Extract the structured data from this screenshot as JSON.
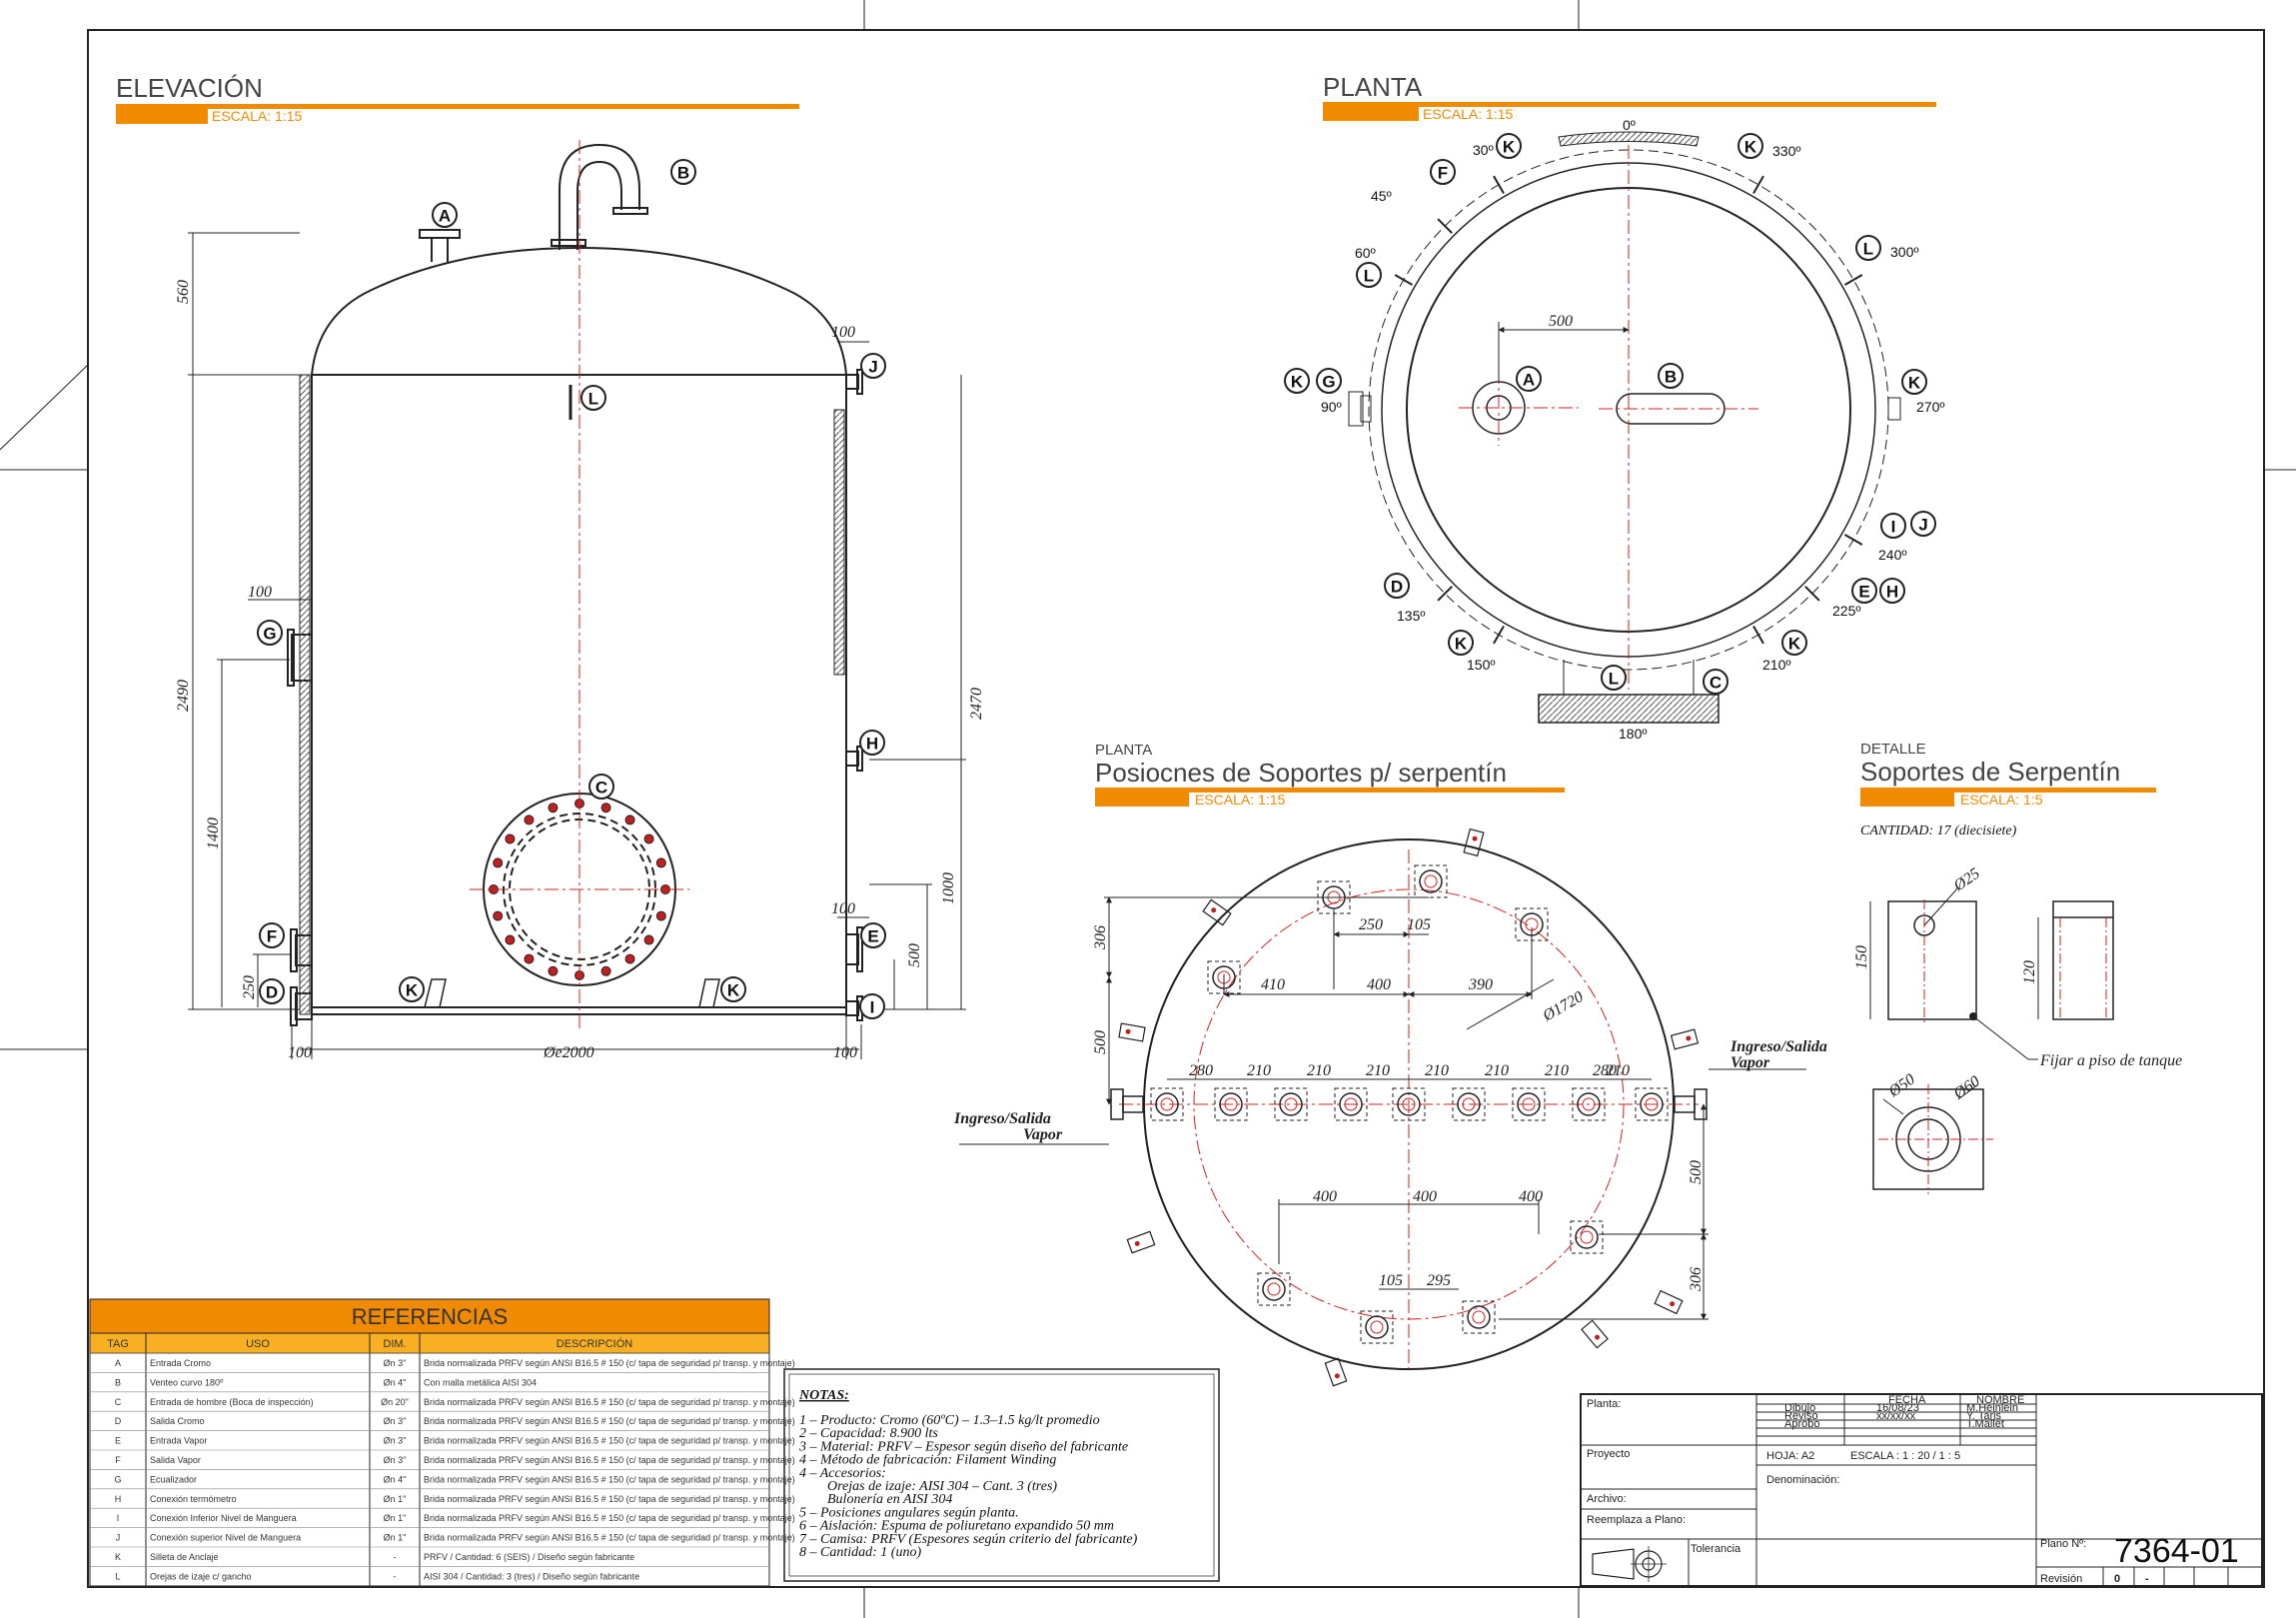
{
  "views": {
    "elevacion": {
      "title": "ELEVACIÓN",
      "scale": "ESCALA: 1:15"
    },
    "planta": {
      "title": "PLANTA",
      "scale": "ESCALA: 1:15"
    },
    "soportes": {
      "kicker": "PLANTA",
      "title": "Posiocnes de Soportes p/ serpentín",
      "scale": "ESCALA: 1:15"
    },
    "detalle": {
      "kicker": "DETALLE",
      "title": "Soportes de Serpentín",
      "scale": "ESCALA: 1:5",
      "quantity": "CANTIDAD:  17 (diecisiete)"
    }
  },
  "elevation_dims": {
    "h560": "560",
    "h2490": "2490",
    "h1400": "1400",
    "h250": "250",
    "h2470": "2470",
    "h1000": "1000",
    "h500": "500",
    "w100_top": "100",
    "w100_left": "100",
    "w100_e": "100",
    "w100_bl": "100",
    "w100_br": "100",
    "diam": "Øe2000"
  },
  "plan_dims": {
    "w500": "500"
  },
  "angles": {
    "a0": "0º",
    "a30": "30º",
    "a330": "330º",
    "a45": "45º",
    "a60": "60º",
    "a300": "300º",
    "a90": "90º",
    "a270": "270º",
    "a240": "240º",
    "a135": "135º",
    "a225": "225º",
    "a150": "150º",
    "a210": "210º",
    "a180": "180º"
  },
  "supports_dims": {
    "d306a": "306",
    "d500a": "500",
    "d250": "250",
    "d105a": "105",
    "d410": "410",
    "d400a": "400",
    "d390": "390",
    "dia1720": "Ø1720",
    "row": [
      "280",
      "210",
      "210",
      "210",
      "210",
      "210",
      "210",
      "210",
      "280"
    ],
    "d400b": "400",
    "d400c": "400",
    "d400d": "400",
    "d500b": "500",
    "d306b": "306",
    "d105b": "105",
    "d295": "295",
    "vapor_left_1": "Ingreso/Salida",
    "vapor_left_2": "Vapor",
    "vapor_right_1": "Ingreso/Salida",
    "vapor_right_2": "Vapor"
  },
  "detail_dims": {
    "d25": "Ø25",
    "h150": "150",
    "h120": "120",
    "d50": "Ø50",
    "d60": "Ø60",
    "fix": "Fijar a piso de tanque"
  },
  "referencias": {
    "title": "REFERENCIAS",
    "headers": [
      "TAG",
      "USO",
      "DIM.",
      "DESCRIPCIÓN"
    ],
    "rows": [
      [
        "A",
        "Entrada Cromo",
        "Øn 3\"",
        "Brida normalizada PRFV según ANSI B16.5 # 150 (c/ tapa de seguridad p/ transp. y montaje)"
      ],
      [
        "B",
        "Venteo curvo 180º",
        "Øn 4\"",
        "Con malla metálica AISI 304"
      ],
      [
        "C",
        "Entrada de hombre (Boca de inspección)",
        "Øn 20\"",
        "Brida normalizada PRFV según ANSI B16.5 # 150 (c/ tapa de seguridad p/ transp. y montaje)"
      ],
      [
        "D",
        "Salida Cromo",
        "Øn 3\"",
        "Brida normalizada PRFV según ANSI B16.5 # 150 (c/ tapa de seguridad p/ transp. y montaje)"
      ],
      [
        "E",
        "Entrada Vapor",
        "Øn 3\"",
        "Brida normalizada PRFV según ANSI B16.5 # 150 (c/ tapa de seguridad p/ transp. y montaje)"
      ],
      [
        "F",
        "Salida Vapor",
        "Øn 3\"",
        "Brida normalizada PRFV según ANSI B16.5 # 150 (c/ tapa de seguridad p/ transp. y montaje)"
      ],
      [
        "G",
        "Ecualizador",
        "Øn 4\"",
        "Brida normalizada PRFV según ANSI B16.5 # 150 (c/ tapa de seguridad p/ transp. y montaje)"
      ],
      [
        "H",
        "Conexión termómetro",
        "Øn 1\"",
        "Brida normalizada PRFV según ANSI B16.5 # 150 (c/ tapa de seguridad p/ transp. y montaje)"
      ],
      [
        "I",
        "Conexión Inferior Nivel de Manguera",
        "Øn 1\"",
        "Brida normalizada PRFV según ANSI B16.5 # 150 (c/ tapa de seguridad p/ transp. y montaje)"
      ],
      [
        "J",
        "Conexión superior Nivel de Manguera",
        "Øn 1\"",
        "Brida normalizada PRFV según ANSI B16.5 # 150 (c/ tapa de seguridad p/ transp. y montaje)"
      ],
      [
        "K",
        "Silleta de Anclaje",
        "-",
        "PRFV / Cantidad: 6 (SEIS) / Diseño según fabricante"
      ],
      [
        "L",
        "Orejas de izaje c/ gancho",
        "-",
        "AISI 304 / Cantidad: 3 (tres) / Diseño según fabricante"
      ]
    ]
  },
  "notas": {
    "title": "NOTAS:",
    "lines": [
      "1 – Producto: Cromo (60ºC) – 1.3–1.5 kg/lt promedio",
      "2 – Capacidad: 8.900 lts",
      "3 – Material: PRFV – Espesor según diseño del fabricante",
      "4 – Método de fabricación: Filament Winding",
      "4 – Accesorios:",
      "        Orejas de izaje: AISI 304 – Cant. 3 (tres)",
      "        Bulonería en AISI 304",
      "5 – Posiciones angulares según planta.",
      "6 – Aislación: Espuma de poliuretano expandido 50 mm",
      "7 – Camisa: PRFV (Espesores según criterio del fabricante)",
      "8 – Cantidad: 1 (uno)"
    ]
  },
  "title_block": {
    "planta": "Planta:",
    "proyecto": "Proyecto",
    "archivo": "Archivo:",
    "reemplaza": "Reemplaza a Plano:",
    "tolerancia": "Tolerancia",
    "fecha": "FECHA",
    "nombre": "NOMBRE",
    "dibujo": "Dibujo",
    "dibujo_fecha": "16/08/23",
    "dibujo_nombre": "M.Heinlein",
    "reviso": "Reviso",
    "reviso_fecha": "xx/xx/xx",
    "reviso_nombre": "Y. Taris",
    "aprobo": "Aprobo",
    "aprobo_nombre": "T.Mallet",
    "hoja": "HOJA: A2",
    "escala": "ESCALA :  1 : 20  / 1 : 5",
    "denominacion": "Denominación:",
    "plano_label": "Plano Nº:",
    "plano_num": "7364-01",
    "revision_label": "Revisión",
    "revision": "0",
    "rev_dash": "-"
  },
  "colors": {
    "orange": "#f08a00",
    "centerline": "#d22020",
    "line": "#222222"
  }
}
